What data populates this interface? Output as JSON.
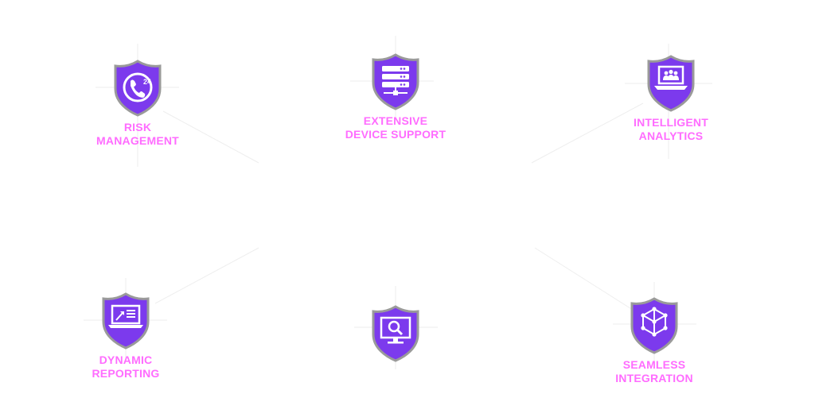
{
  "features": [
    {
      "line1": "RISK",
      "line2": "MANAGEMENT",
      "icon": "phone-24-icon"
    },
    {
      "line1": "EXTENSIVE",
      "line2": "DEVICE SUPPORT",
      "icon": "server-stack-icon"
    },
    {
      "line1": "INTELLIGENT",
      "line2": "ANALYTICS",
      "icon": "laptop-users-icon"
    },
    {
      "line1": "DYNAMIC",
      "line2": "REPORTING",
      "icon": "laptop-report-icon"
    },
    {
      "line1": "",
      "line2": "",
      "icon": "monitor-search-icon"
    },
    {
      "line1": "SEAMLESS",
      "line2": "INTEGRATION",
      "icon": "network-cube-icon"
    }
  ],
  "colors": {
    "shield_fill": "#7c3aed",
    "shield_border": "#9a9a9a",
    "label": "#ff6cff",
    "icon": "#ffffff"
  }
}
